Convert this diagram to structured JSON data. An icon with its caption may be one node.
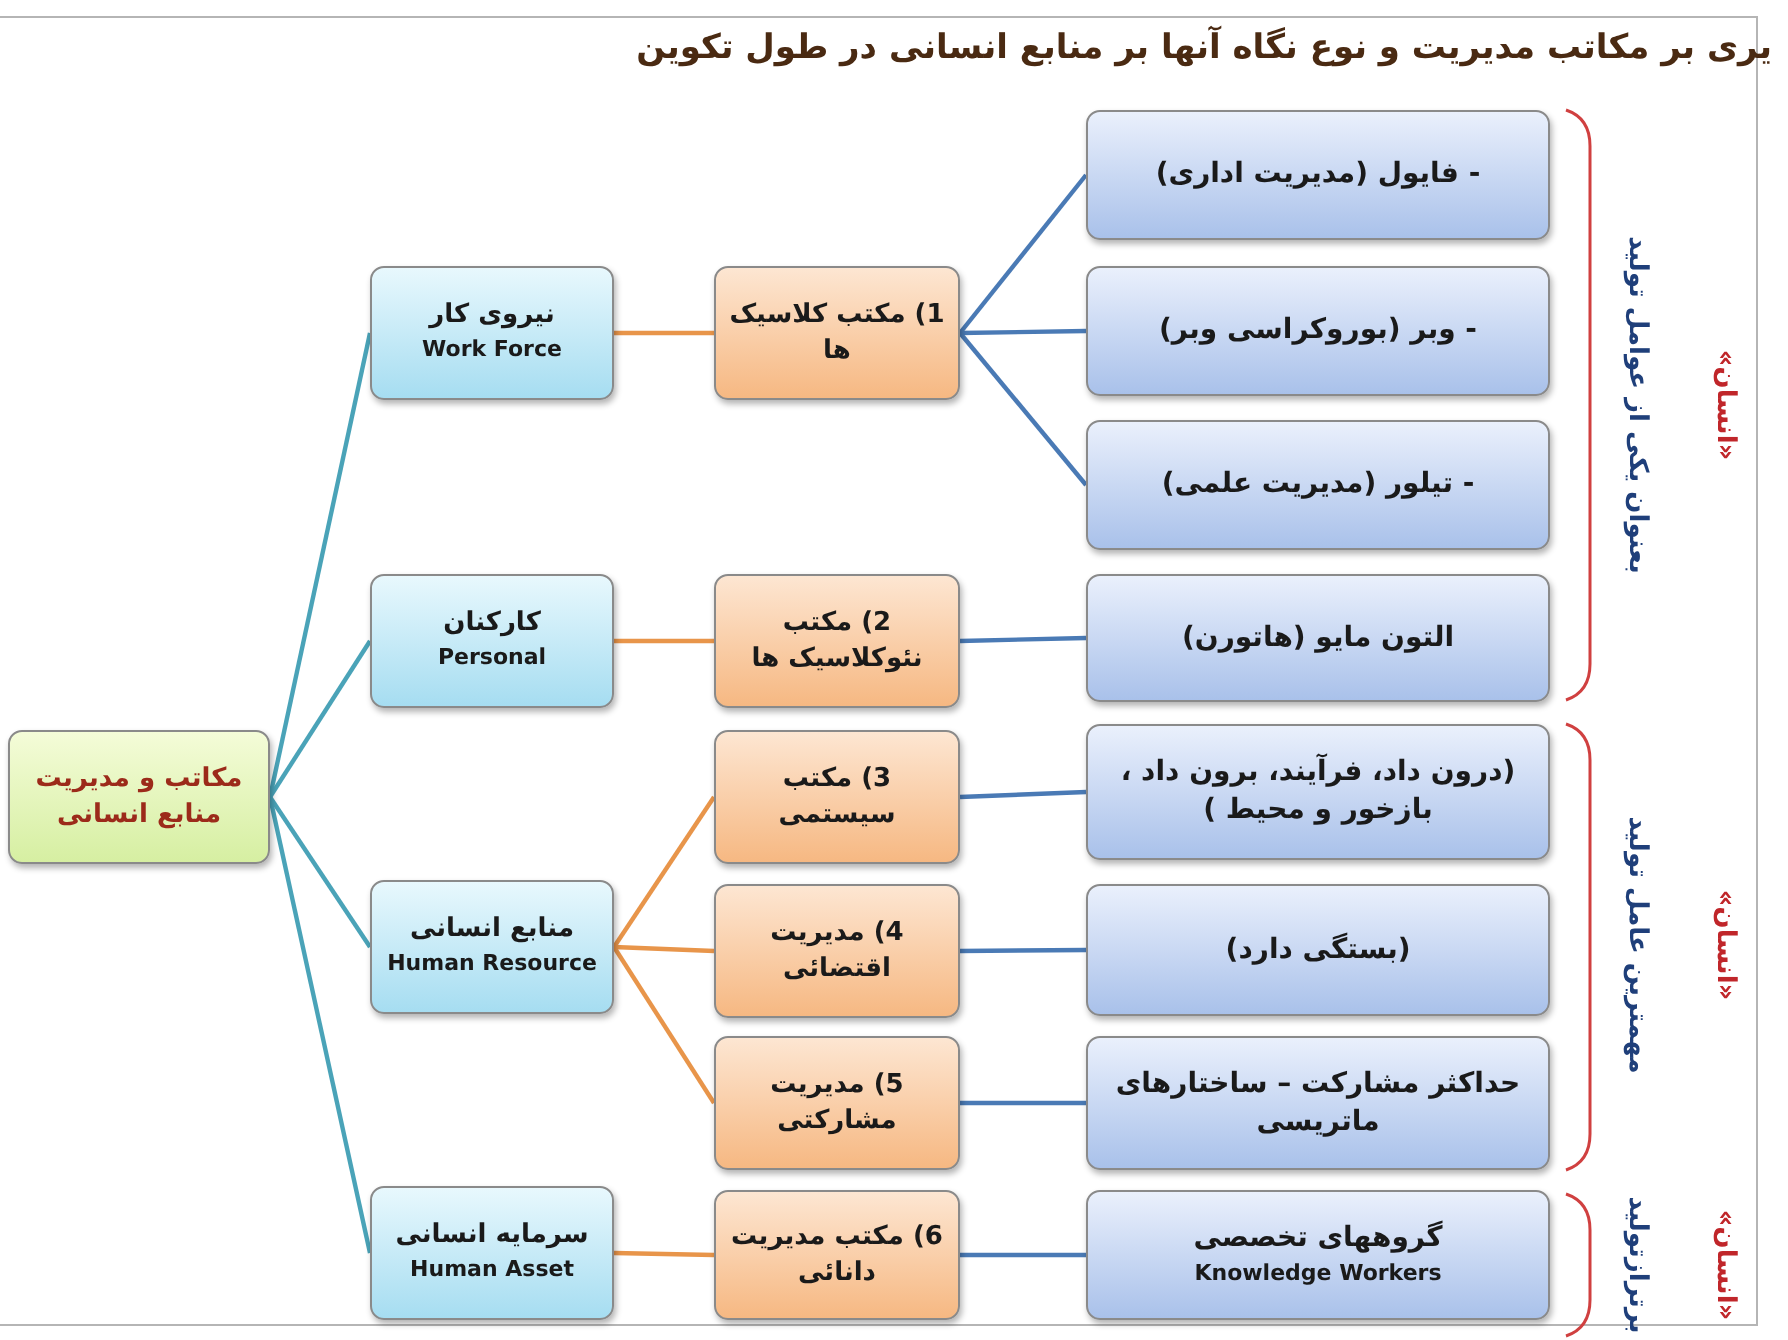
{
  "diagram": {
    "title": "یری بر مکاتب مدیریت و نوع نگاه آنها بر منابع انسانی در طول تکوین",
    "nodes": [
      {
        "text": [
          "مکاتب و مدیریت منابع انسانی"
        ]
      },
      {
        "text": [
          "نیروی کار",
          "Work Force"
        ]
      },
      {
        "text": [
          "کارکنان",
          "Personal"
        ]
      },
      {
        "text": [
          "منابع انسانی",
          "Human Resource"
        ]
      },
      {
        "text": [
          "سرمایه انسانی",
          "Human Asset"
        ]
      },
      {
        "text": [
          "1) مکتب کلاسیک ها"
        ]
      },
      {
        "text": [
          "2) مکتب نئوکلاسیک ها"
        ]
      },
      {
        "text": [
          "3) مکتب سیستمی"
        ]
      },
      {
        "text": [
          "4) مدیریت اقتضائی"
        ]
      },
      {
        "text": [
          "5) مدیریت مشارکتی"
        ]
      },
      {
        "text": [
          "6) مکتب مدیریت دانائی"
        ]
      },
      {
        "text": [
          "- فایول (مدیریت اداری)"
        ]
      },
      {
        "text": [
          "- وبر (بوروکراسی وبر)"
        ]
      },
      {
        "text": [
          "- تیلور (مدیریت علمی)"
        ]
      },
      {
        "text": [
          "التون مایو (هاتورن)"
        ]
      },
      {
        "text": [
          "(درون داد، فرآیند، برون داد ، بازخور و محیط )"
        ]
      },
      {
        "text": [
          "(بستگی دارد)"
        ]
      },
      {
        "text": [
          "حداکثر مشارکت – ساختارهای ماتریسی"
        ]
      },
      {
        "text": [
          "گروههای تخصصی",
          "Knowledge Workers"
        ]
      }
    ],
    "edges": [
      {
        "from": 0,
        "to": 1,
        "arrow": "none",
        "color": "#4aa3b8"
      },
      {
        "from": 0,
        "to": 2,
        "arrow": "none",
        "color": "#4aa3b8"
      },
      {
        "from": 0,
        "to": 3,
        "arrow": "none",
        "color": "#4aa3b8"
      },
      {
        "from": 0,
        "to": 4,
        "arrow": "none",
        "color": "#4aa3b8"
      },
      {
        "from": 1,
        "to": 5,
        "arrow": "none",
        "color": "#e8954a"
      },
      {
        "from": 2,
        "to": 6,
        "arrow": "none",
        "color": "#e8954a"
      },
      {
        "from": 3,
        "to": 7,
        "arrow": "none",
        "color": "#e8954a"
      },
      {
        "from": 3,
        "to": 8,
        "arrow": "none",
        "color": "#e8954a"
      },
      {
        "from": 3,
        "to": 9,
        "arrow": "none",
        "color": "#e8954a"
      },
      {
        "from": 4,
        "to": 10,
        "arrow": "none",
        "color": "#e8954a"
      },
      {
        "from": 5,
        "to": 11,
        "arrow": "none"
      },
      {
        "from": 5,
        "to": 12,
        "arrow": "none"
      },
      {
        "from": 5,
        "to": 13,
        "arrow": "none"
      },
      {
        "from": 6,
        "to": 14,
        "arrow": "none"
      },
      {
        "from": 7,
        "to": 15,
        "arrow": "none"
      },
      {
        "from": 8,
        "to": 16,
        "arrow": "none"
      },
      {
        "from": 9,
        "to": 17,
        "arrow": "none"
      },
      {
        "from": 10,
        "to": 18,
        "arrow": "none"
      }
    ],
    "labels": [
      "«انسان»",
      "بعنوان یکی از عوامل تولید",
      "«انسان»",
      "مهمترین عامل تولید",
      "«انسان»",
      "برترازتولید"
    ]
  }
}
